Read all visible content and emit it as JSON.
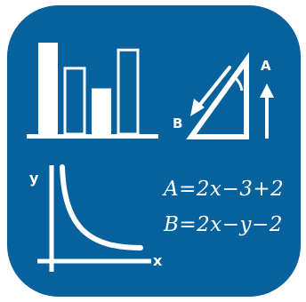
{
  "icon": {
    "background_color": "#06619c",
    "foreground_color": "#ffffff"
  },
  "bar_chart": {
    "values": [
      100,
      72,
      50,
      92
    ]
  },
  "triangle": {
    "label_a": "A",
    "label_b": "B"
  },
  "curve_graph": {
    "y_label": "y",
    "x_label": "x"
  },
  "formulas": [
    "A=2x−3+2",
    "B=2x−y−2"
  ]
}
